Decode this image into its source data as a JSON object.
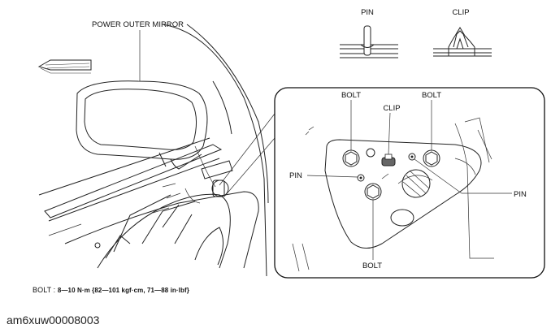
{
  "labels": {
    "mirror": "POWER OUTER MIRROR",
    "pin_legend": "PIN",
    "clip_legend": "CLIP",
    "bolt_top_left": "BOLT",
    "clip_detail": "CLIP",
    "bolt_top_right": "BOLT",
    "pin_left": "PIN",
    "pin_right": "PIN",
    "bolt_bottom": "BOLT"
  },
  "torque": {
    "prefix": "BOLT : ",
    "value": "8—10 N·m {82—101 kgf·cm, 71—88 in·lbf}"
  },
  "figure_id": "am6xuw00008003"
}
